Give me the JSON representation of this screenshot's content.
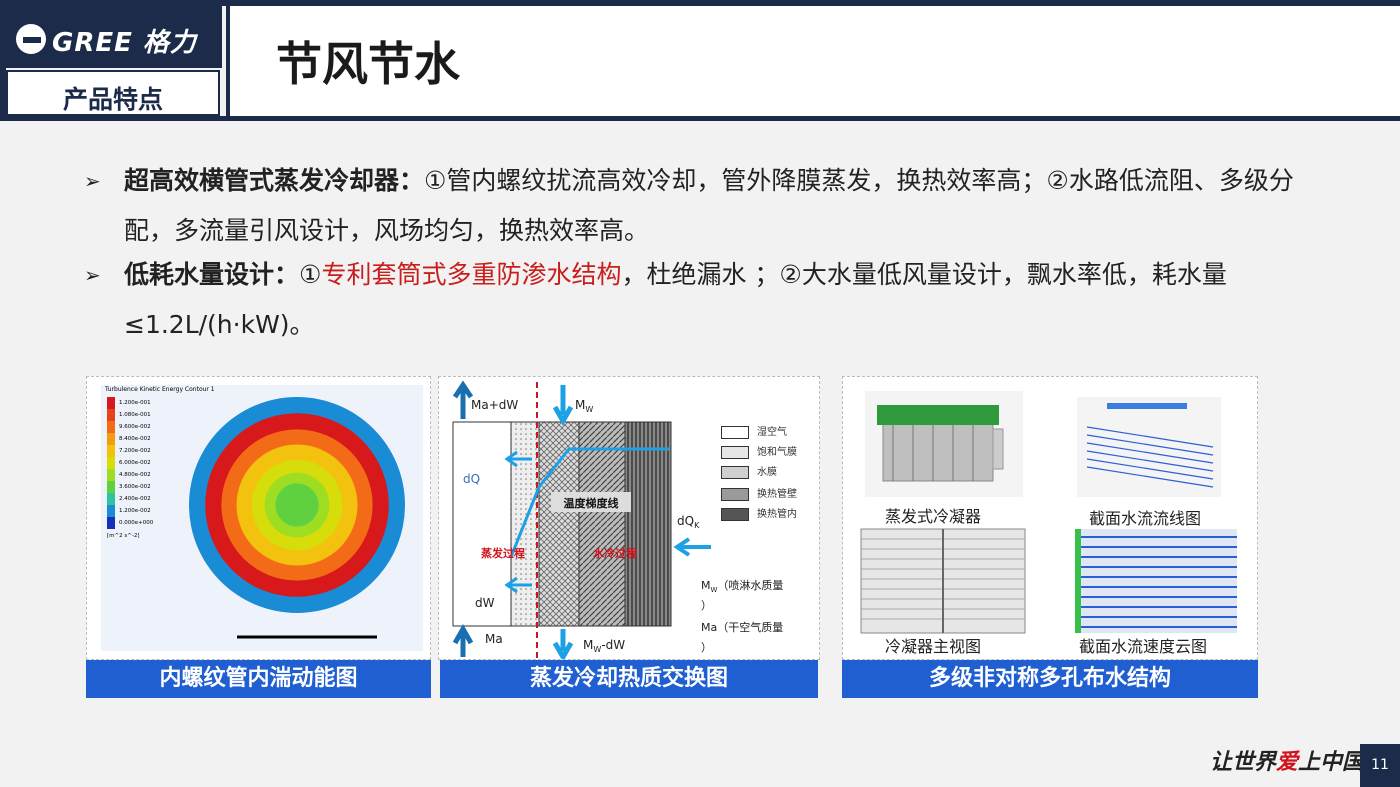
{
  "brand": {
    "logo_text": "GREE 格力"
  },
  "header": {
    "section": "产品特点",
    "title": "节风节水"
  },
  "bullets": [
    {
      "arrow": "➢",
      "bold": "超高效横管式蒸发冷却器：",
      "text": "①管内螺纹扰流高效冷却，管外降膜蒸发，换热效率高；②水路低流阻、多级分配，多流量引风设计，风场均匀，换热效率高。"
    },
    {
      "arrow": "➢",
      "bold": "低耗水量设计：",
      "pre": "①",
      "red": "专利套筒式多重防渗水结构",
      "text": "，杜绝漏水 ；②大水量低风量设计，飘水率低，耗水量≤1.2L/(h·kW)。"
    }
  ],
  "panel1": {
    "caption": "内螺纹管内湍动能图",
    "legend_title": "Turbulence Kinetic Energy\nContour 1",
    "legend_values": [
      "1.200e-001",
      "1.080e-001",
      "9.600e-002",
      "8.400e-002",
      "7.200e-002",
      "6.000e-002",
      "4.800e-002",
      "3.600e-002",
      "2.400e-002",
      "1.200e-002",
      "0.000e+000"
    ],
    "legend_unit": "[m^2 s^-2]",
    "colors": [
      "#d7191c",
      "#e8421a",
      "#f36b17",
      "#f59b15",
      "#f3c20f",
      "#d6dd0a",
      "#9fdd23",
      "#5fd040",
      "#2ec4a0",
      "#1a8cd6",
      "#1530b8"
    ]
  },
  "panel2": {
    "caption": "蒸发冷却热质交换图",
    "labels": {
      "ma_dw": "Ma+dW",
      "mw": "M",
      "mw_sub": "W",
      "dq": "dQ",
      "dqk": "dQ",
      "dqk_sub": "K",
      "gradient": "温度梯度线",
      "evap": "蒸发过程",
      "water_cool": "水冷过程",
      "dw": "dW",
      "ma": "Ma",
      "mw_dw": "M",
      "mw_dw_sub": "W",
      "mw_dw_tail": "-dW",
      "note1": "M",
      "note1_sub": "W",
      "note1_tail": "（喷淋水质量",
      "note1_close": "）",
      "note2": "Ma（干空气质量",
      "note2_close": "）"
    },
    "legend": [
      "湿空气",
      "饱和气膜",
      "水膜",
      "换热管壁",
      "换热管内"
    ]
  },
  "panel3": {
    "caption": "多级非对称多孔布水结构",
    "images": [
      "蒸发式冷凝器",
      "截面水流流线图",
      "冷凝器主视图",
      "截面水流速度云图"
    ]
  },
  "footer": {
    "slogan_a": "让世界",
    "slogan_heart": "爱",
    "slogan_b": "上中国造",
    "page": "11"
  }
}
